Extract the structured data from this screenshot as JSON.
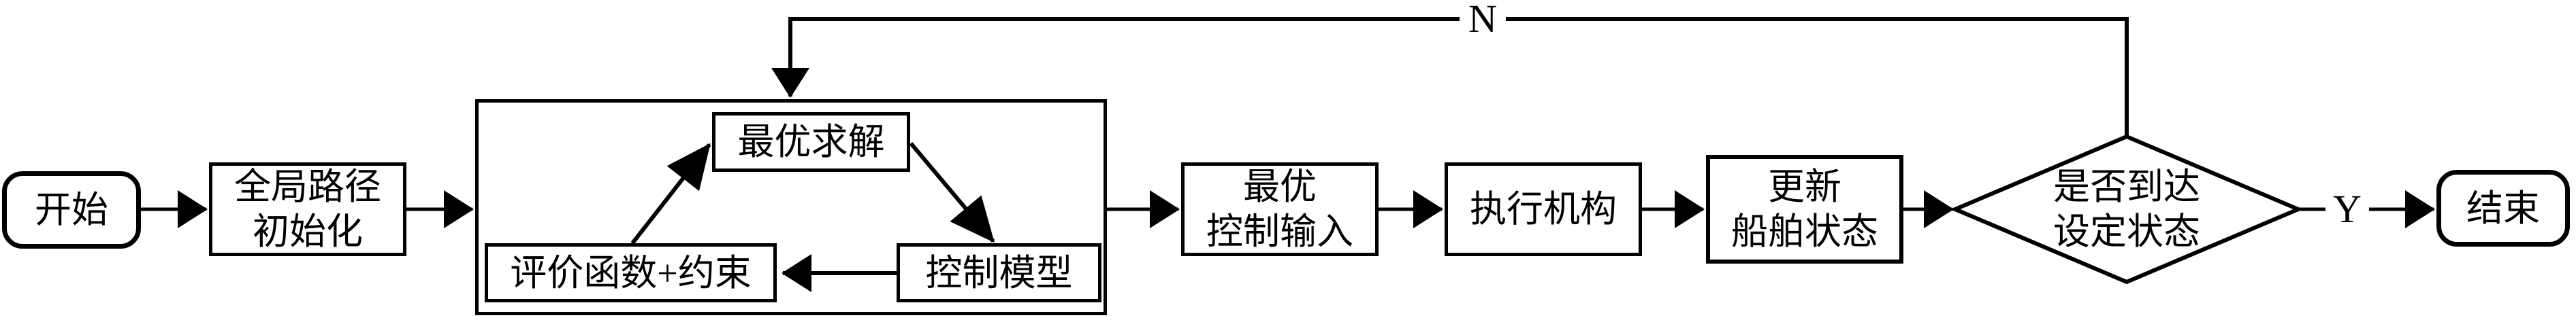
{
  "page": {
    "background": "#ffffff",
    "line_color": "#000000",
    "text_color": "#000000"
  },
  "nodes": {
    "start": {
      "shape": "rounded-rect",
      "label": "开始"
    },
    "global_path_init": {
      "shape": "rect",
      "line1": "全局路径",
      "line2": "初始化"
    },
    "mpc_loop_group": {
      "shape": "container-rect"
    },
    "optimal_solve": {
      "shape": "rect",
      "label": "最优求解"
    },
    "eval_function_constraints": {
      "shape": "rect",
      "label": "评价函数+约束"
    },
    "control_model": {
      "shape": "rect",
      "label": "控制模型"
    },
    "optimal_control_input": {
      "shape": "rect",
      "line1": "最优",
      "line2": "控制输入"
    },
    "actuator": {
      "shape": "rect",
      "label": "执行机构"
    },
    "update_ship_state": {
      "shape": "rect",
      "line1": "更新",
      "line2": "船舶状态"
    },
    "reached_set_state": {
      "shape": "diamond",
      "line1": "是否到达",
      "line2": "设定状态"
    },
    "end": {
      "shape": "rounded-rect",
      "label": "结束"
    }
  },
  "edge_labels": {
    "no": "N",
    "yes": "Y"
  }
}
